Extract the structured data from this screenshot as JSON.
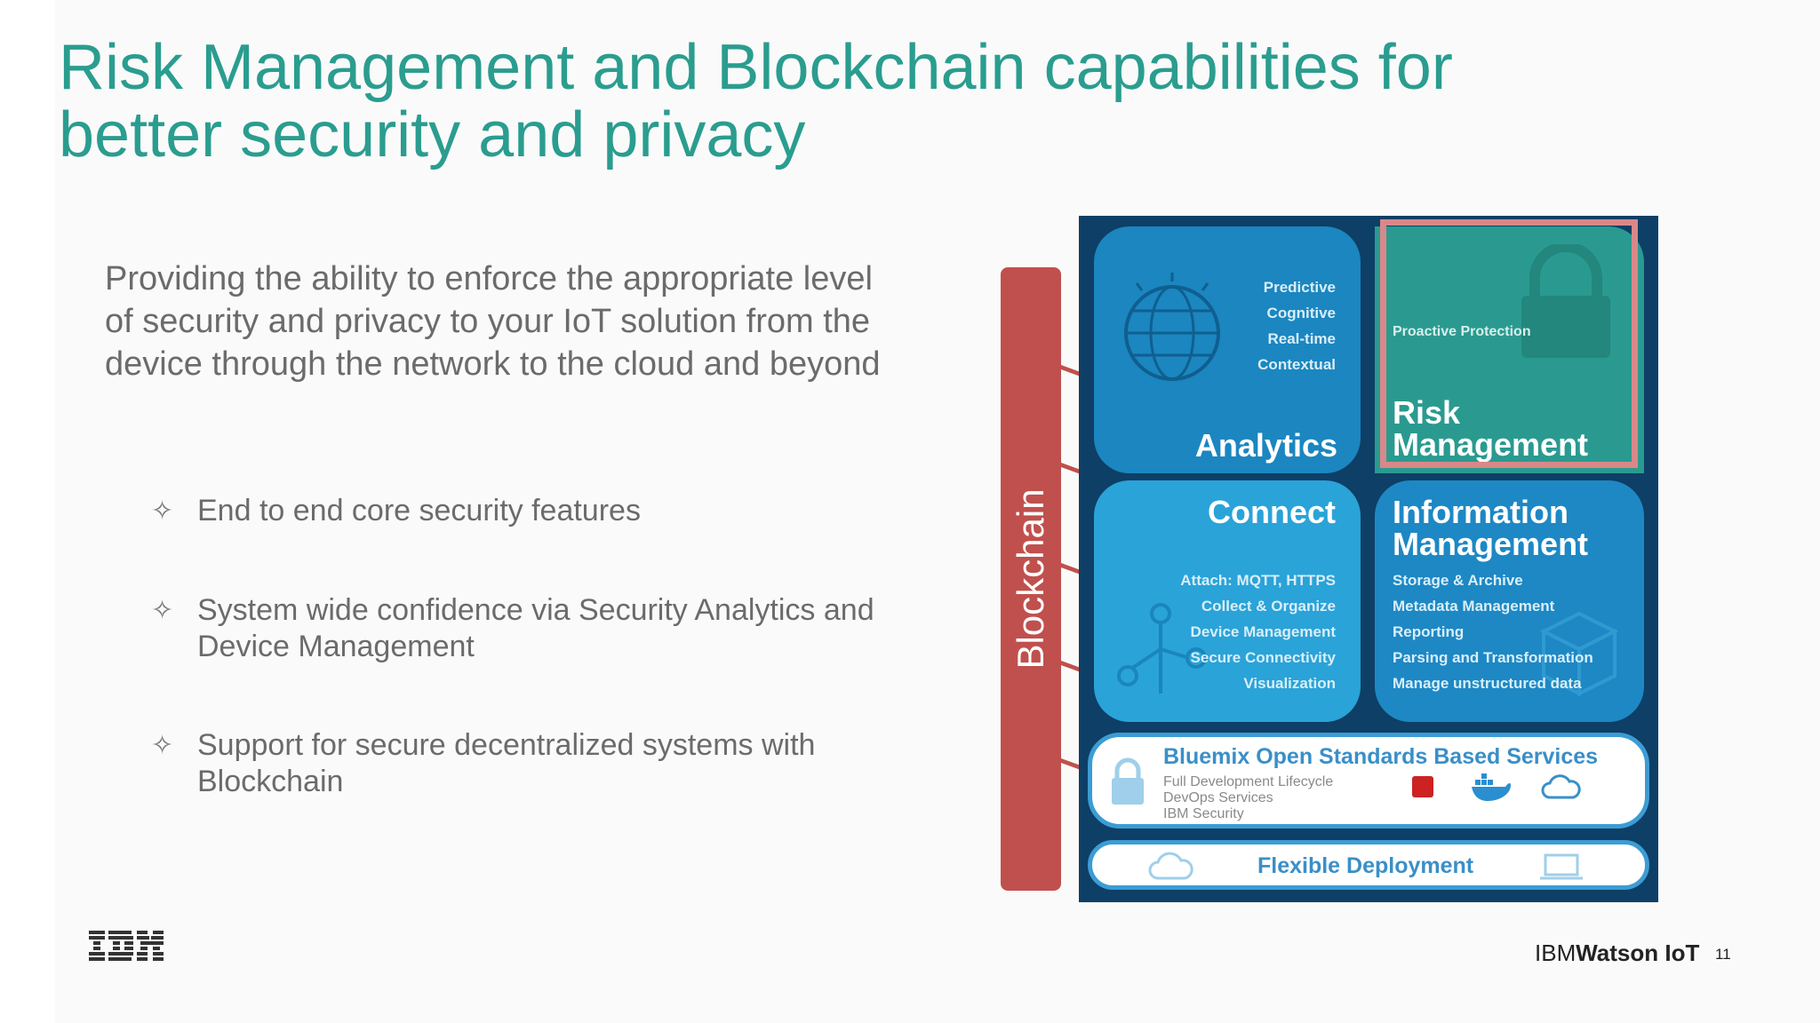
{
  "title": "Risk Management and Blockchain capabilities for better security and privacy",
  "intro": "Providing the ability to enforce the appropriate level of security and privacy to your IoT solution from the device through the network to the cloud and beyond",
  "bullets": [
    "End to end core security features",
    "System wide confidence via Security Analytics and Device Management",
    "Support for secure decentralized systems with Blockchain"
  ],
  "bullet_icon": "four-point-star-icon",
  "diagram": {
    "side_label": "Blockchain",
    "analytics": {
      "title": "Analytics",
      "items": [
        "Predictive",
        "Cognitive",
        "Real-time",
        "Contextual"
      ],
      "icon": "globe-network-icon"
    },
    "risk": {
      "subtitle": "Proactive Protection",
      "title_line1": "Risk",
      "title_line2": "Management",
      "icon": "padlock-icon"
    },
    "connect": {
      "title": "Connect",
      "items": [
        "Attach: MQTT, HTTPS",
        "Collect & Organize",
        "Device Management",
        "Secure Connectivity",
        "Visualization"
      ],
      "icon": "network-nodes-icon"
    },
    "information": {
      "title_line1": "Information",
      "title_line2": "Management",
      "items": [
        "Storage & Archive",
        "Metadata Management",
        "Reporting",
        "Parsing and Transformation",
        "Manage unstructured data"
      ],
      "icon": "cubes-icon"
    },
    "services": {
      "title": "Bluemix Open Standards Based Services",
      "lines": [
        "Full Development Lifecycle",
        "DevOps Services",
        "IBM Security"
      ],
      "logos": [
        "openshift",
        "docker",
        "cloud foundry"
      ]
    },
    "deployment": {
      "title": "Flexible Deployment"
    },
    "colors": {
      "panel": "#0e3f66",
      "analytics": "#1b86c0",
      "risk": "#2a9a90",
      "connect": "#2aa3d8",
      "information": "#1d88c4",
      "blockchain": "#c0504d",
      "highlight": "#d9888a"
    }
  },
  "footer": {
    "logo": "IBM",
    "brand_light": "IBM",
    "brand_bold": "Watson IoT",
    "page": "11"
  },
  "colors": {
    "title": "#2a9d8f",
    "body": "#6b6b6b"
  }
}
